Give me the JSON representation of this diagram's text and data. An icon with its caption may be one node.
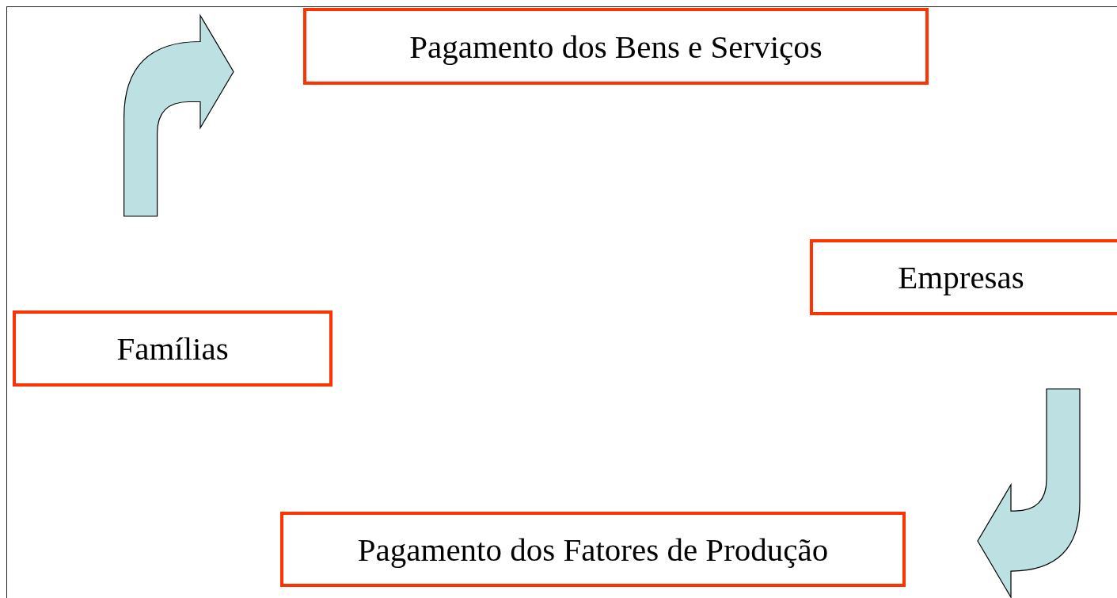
{
  "diagram": {
    "nodes": [
      {
        "text": [
          "Pagamento dos Bens e Serviços"
        ]
      },
      {
        "text": [
          "Empresas"
        ]
      },
      {
        "text": [
          "Famílias"
        ]
      },
      {
        "text": [
          "Pagamento dos Fatores de Produção"
        ]
      }
    ],
    "edges": [
      {
        "from": 2,
        "to": 0,
        "arrow": "to"
      },
      {
        "from": 1,
        "to": 3,
        "arrow": "to"
      }
    ]
  }
}
